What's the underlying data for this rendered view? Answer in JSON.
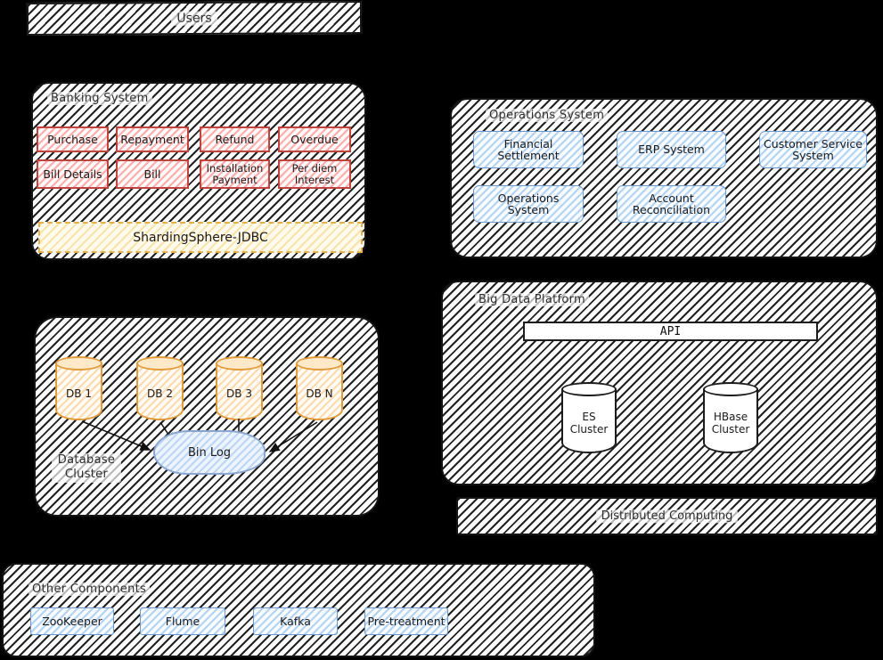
{
  "background": "#000000",
  "colors": {
    "ink": "#141414",
    "module_red_border": "#c0443e",
    "module_red_fill": "#ffc9c9",
    "module_blue_border": "#6b96c8",
    "module_blue_fill": "#b0d1f3",
    "middleware_yellow_border": "#e3b04b",
    "middleware_yellow_fill": "#f8dfa1",
    "db_orange_border": "#e09c3c",
    "db_orange_fill": "#ffd8a8",
    "cloud_blue_border": "#8aa6cf",
    "cloud_blue_fill": "#b9d3f2"
  },
  "users": {
    "label": "Users"
  },
  "banking_system": {
    "title": "Banking System",
    "modules_row1": [
      "Purchase",
      "Repayment",
      "Refund",
      "Overdue"
    ],
    "modules_row2": [
      "Bill Details",
      "Bill",
      "Installation Payment",
      "Per diem Interest"
    ],
    "middleware_label": "ShardingSphere-JDBC"
  },
  "operations_system": {
    "title": "Operations System",
    "modules_row1": [
      "Financial Settlement",
      "ERP System",
      "Customer Service System"
    ],
    "modules_row2": [
      "Operations System",
      "Account Reconciliation"
    ]
  },
  "database_cluster": {
    "title": "Database Cluster",
    "databases": [
      "DB 1",
      "DB 2",
      "DB 3",
      "DB N"
    ],
    "log_label": "Bin Log"
  },
  "big_data_platform": {
    "title": "Big Data Platform",
    "api_label": "API",
    "clusters": [
      "ES Cluster",
      "HBase Cluster"
    ]
  },
  "distributed_computing": {
    "label": "Distributed Computing"
  },
  "other_components": {
    "title": "Other Components",
    "items": [
      "ZooKeeper",
      "Flume",
      "Kafka",
      "Pre-treatment"
    ]
  }
}
